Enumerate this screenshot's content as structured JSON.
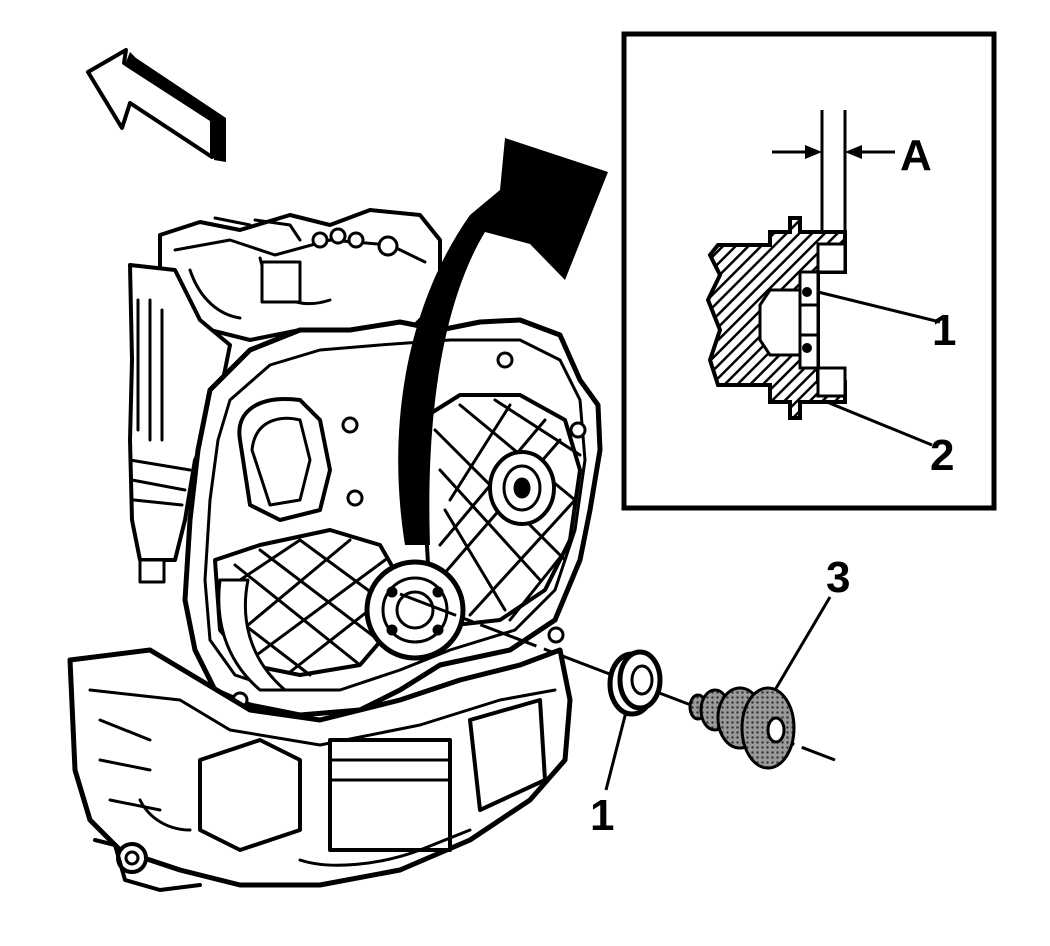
{
  "callouts": {
    "seal_main": "1",
    "installer_tool": "3",
    "inset_seal": "1",
    "inset_housing": "2",
    "inset_dimension": "A"
  },
  "colors": {
    "ink": "#000000",
    "paper": "#ffffff",
    "tool_fill": "#8a8a8a"
  }
}
